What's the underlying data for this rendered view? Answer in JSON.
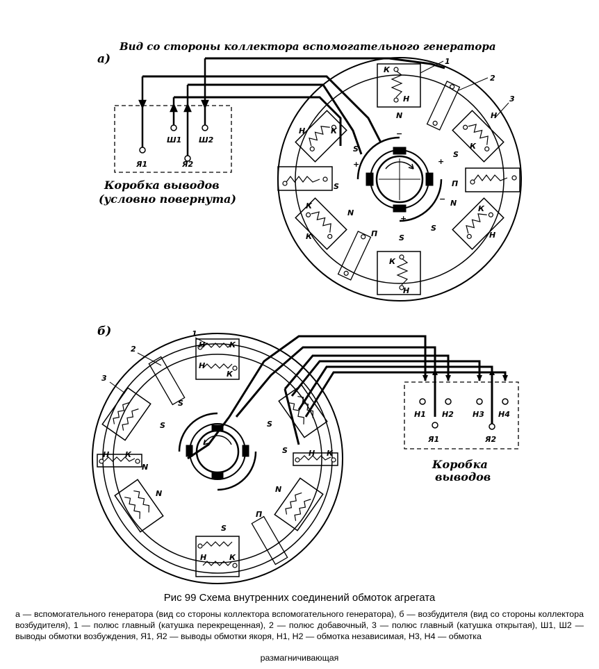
{
  "diagram_a": {
    "tag": "а)",
    "view_title": "Вид со стороны коллектора вспомогательного генератора",
    "box_caption_line1": "Коробка выводов",
    "box_caption_line2": "(условно повернута)",
    "terminals": [
      "Я1",
      "Я2",
      "Ш1",
      "Ш2"
    ],
    "callouts": [
      "1",
      "2",
      "3"
    ],
    "poles": {
      "S": "S",
      "N": "N",
      "P": "П"
    },
    "coil_letters": {
      "K": "К",
      "H": "Н"
    },
    "brush_signs": {
      "plus": "+",
      "minus": "−"
    }
  },
  "diagram_b": {
    "tag": "б)",
    "box_caption_line1": "Коробка",
    "box_caption_line2": "выводов",
    "terminals": [
      "Н1",
      "Н2",
      "Н3",
      "Н4",
      "Я1",
      "Я2"
    ],
    "callouts": [
      "1",
      "2",
      "3"
    ],
    "poles": {
      "S": "S",
      "N": "N",
      "P": "П"
    },
    "coil_letters": {
      "K": "К",
      "H": "Н"
    }
  },
  "caption": {
    "title": "Рис 99 Схема внутренних соединений обмоток агрегата",
    "text": "а — вспомогательного генератора (вид со стороны коллектора вспомогательного генератора), б — возбудителя (вид со стороны коллектора возбудителя), 1 — полюс главный (катушка перекрещенная), 2 — полюс добавочный, 3 — полюс главный (катушка открытая), Ш1, Ш2 — выводы обмотки возбуждения, Я1, Я2 — выводы обмотки якоря, Н1, Н2 — обмотка независимая, Н3, Н4 — обмотка",
    "text_last": "размагничивающая"
  }
}
